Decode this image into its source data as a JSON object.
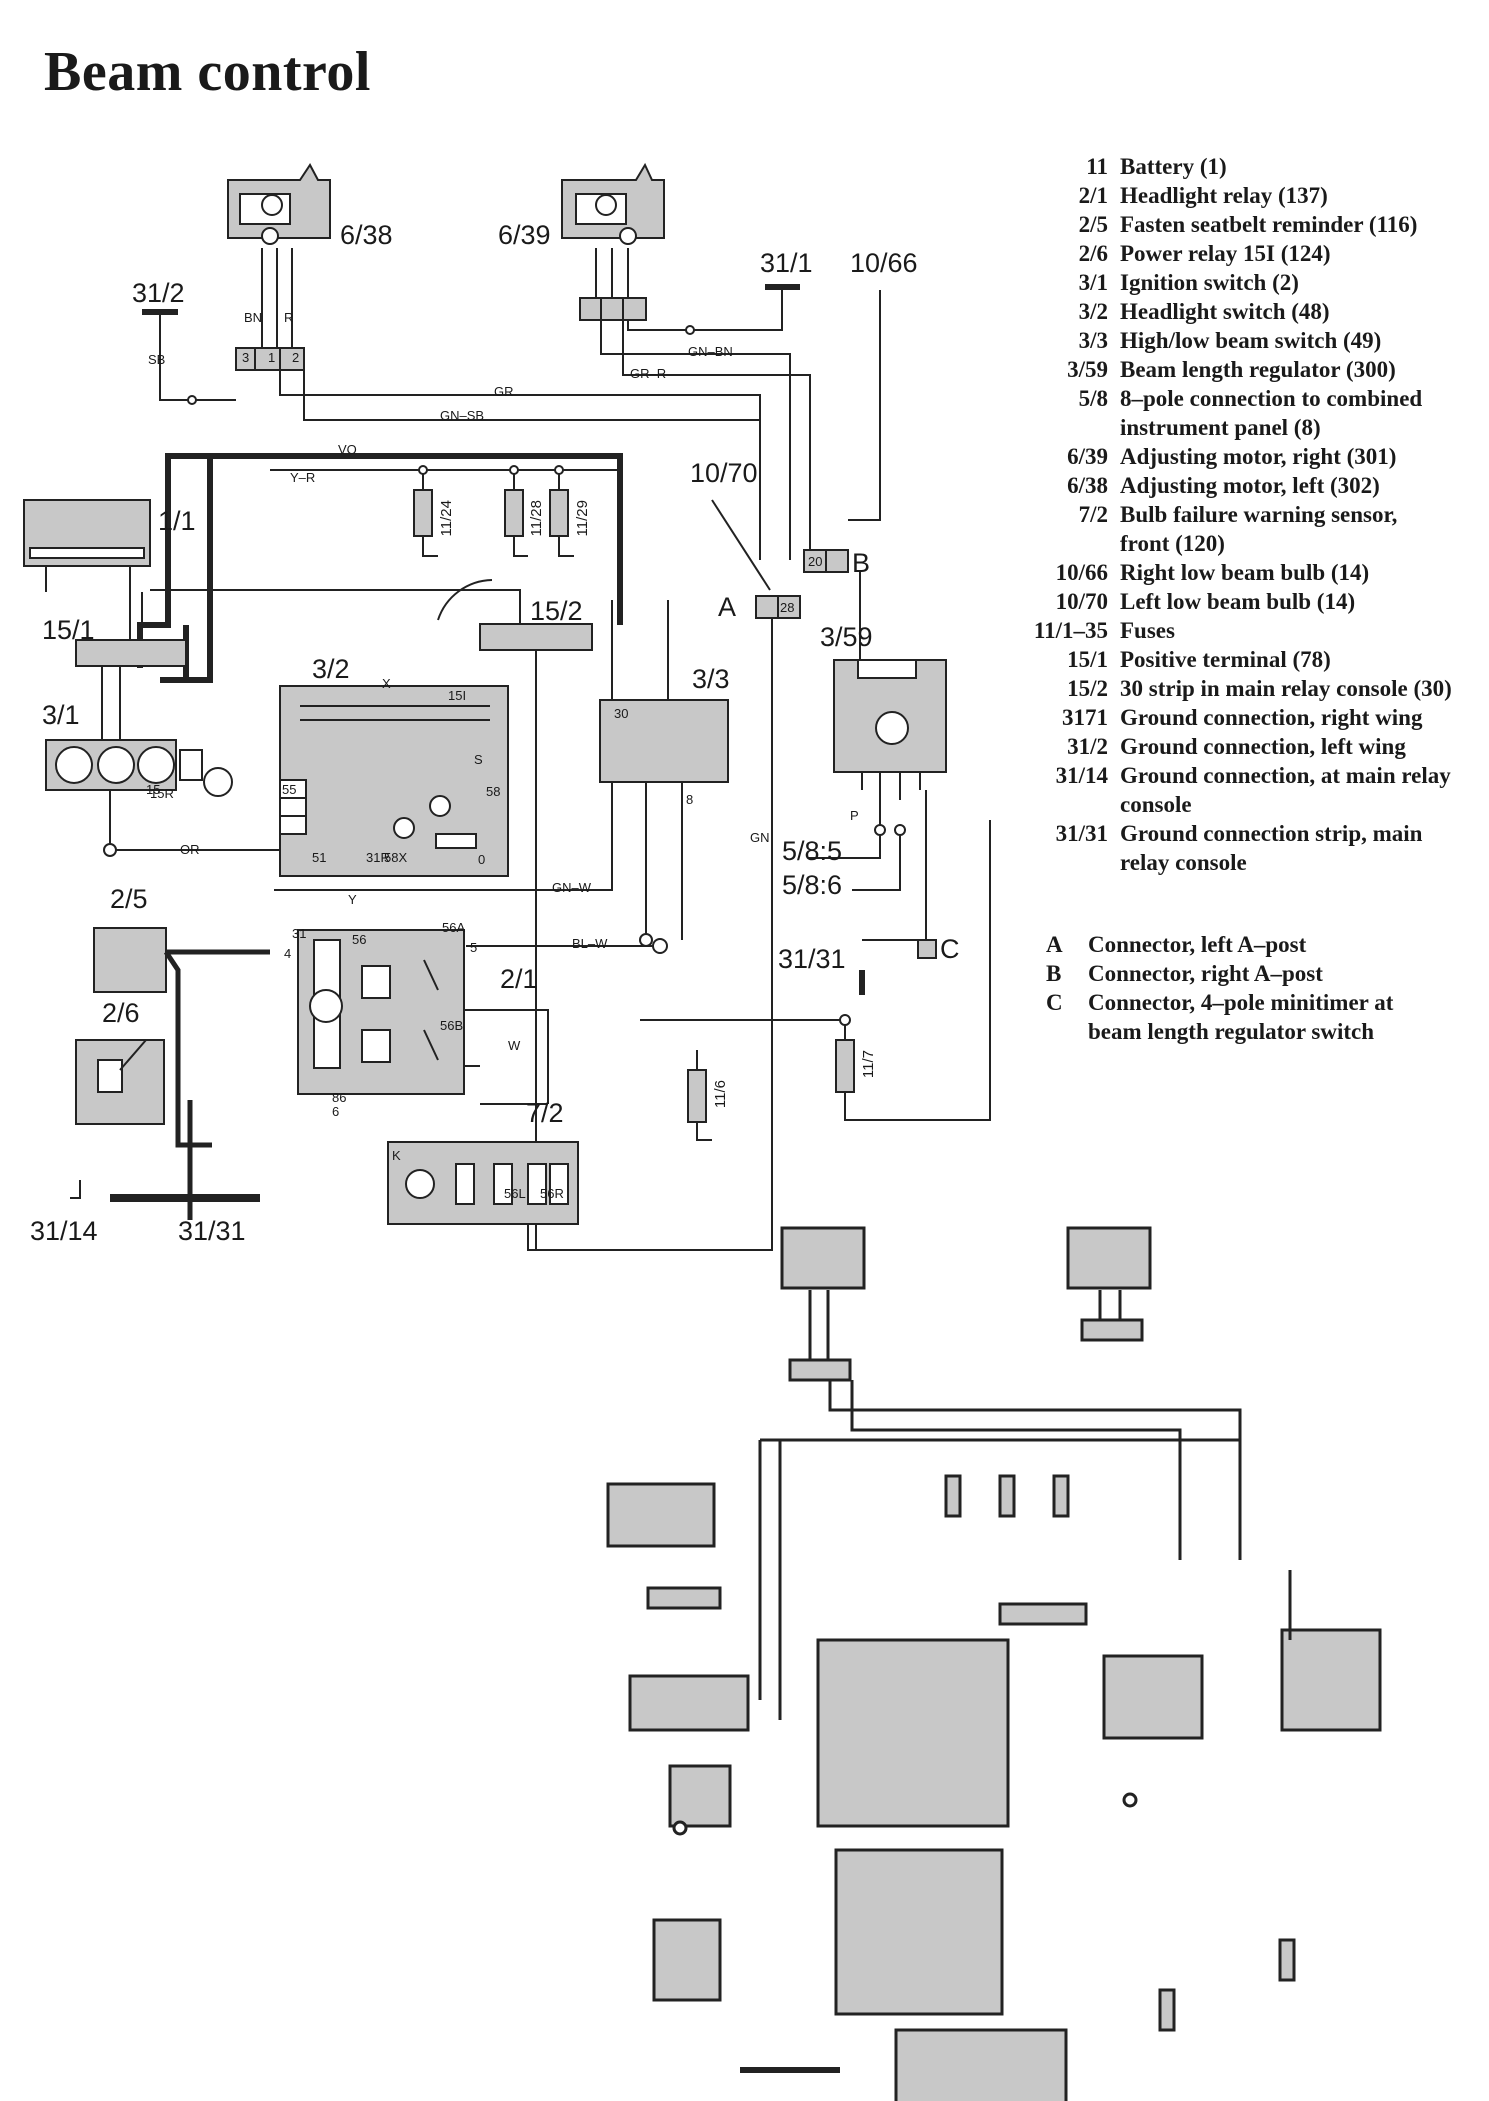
{
  "title": "Beam control",
  "legend": [
    {
      "code": "11",
      "desc": "Battery (1)"
    },
    {
      "code": "2/1",
      "desc": "Headlight relay (137)"
    },
    {
      "code": "2/5",
      "desc": "Fasten seatbelt reminder (116)"
    },
    {
      "code": "2/6",
      "desc": "Power relay 15I (124)"
    },
    {
      "code": "3/1",
      "desc": "Ignition switch (2)"
    },
    {
      "code": "3/2",
      "desc": "Headlight switch (48)"
    },
    {
      "code": "3/3",
      "desc": "High/low beam switch (49)"
    },
    {
      "code": "3/59",
      "desc": "Beam length regulator (300)"
    },
    {
      "code": "5/8",
      "desc": "8–pole connection to combined"
    },
    {
      "code": "",
      "desc": "instrument panel (8)"
    },
    {
      "code": "6/39",
      "desc": "Adjusting motor, right (301)"
    },
    {
      "code": "6/38",
      "desc": "Adjusting motor, left (302)"
    },
    {
      "code": "7/2",
      "desc": "Bulb failure warning sensor,"
    },
    {
      "code": "",
      "desc": "front (120)"
    },
    {
      "code": "10/66",
      "desc": "Right low beam bulb (14)"
    },
    {
      "code": "10/70",
      "desc": "Left low beam bulb (14)"
    },
    {
      "code": "11/1–35",
      "desc": "Fuses"
    },
    {
      "code": "15/1",
      "desc": "Positive terminal (78)"
    },
    {
      "code": "15/2",
      "desc": "30 strip in main relay console (30)"
    },
    {
      "code": "3171",
      "desc": "Ground connection, right wing"
    },
    {
      "code": "31/2",
      "desc": "Ground connection, left wing"
    },
    {
      "code": "31/14",
      "desc": "Ground connection, at main relay"
    },
    {
      "code": "",
      "desc": "console"
    },
    {
      "code": "31/31",
      "desc": "Ground connection strip, main"
    },
    {
      "code": "",
      "desc": "relay console"
    }
  ],
  "connectors": [
    {
      "code": "A",
      "desc": "Connector, left A–post"
    },
    {
      "code": "B",
      "desc": "Connector, right A–post"
    },
    {
      "code": "C",
      "desc": "Connector, 4–pole minitimer at"
    },
    {
      "code": "",
      "desc": "beam length regulator switch"
    }
  ],
  "components": {
    "motor_left": "6/38",
    "motor_right": "6/39",
    "ground_31_2": "31/2",
    "ground_31_1": "31/1",
    "bulb_right": "10/66",
    "bulb_left": "10/70",
    "battery": "1/1",
    "positive": "15/1",
    "strip": "15/2",
    "ignition": "3/1",
    "headlight_switch": "3/2",
    "hl_switch": "3/3",
    "regulator": "3/59",
    "seatbelt": "2/5",
    "power_relay": "2/6",
    "headlight_relay": "2/1",
    "ground_31_31a": "31/31",
    "ground_31_14": "31/14",
    "ground_31_31b": "31/31",
    "sensor": "7/2",
    "conn_5_8_5": "5/8:5",
    "conn_5_8_6": "5/8:6",
    "conn_a": "A",
    "conn_b": "B",
    "conn_c": "C"
  },
  "fuses": [
    "11/24",
    "11/28",
    "11/29",
    "11/6",
    "11/7"
  ],
  "wires": {
    "sb": "SB",
    "bn": "BN",
    "r": "R",
    "gr": "GR",
    "gn_sb": "GN–SB",
    "gn_bn": "GN–BN",
    "gr_r": "GR–R",
    "vo": "VO",
    "y_r": "Y–R",
    "or": "OR",
    "x": "X",
    "gn": "GN",
    "gn_w": "GN–W",
    "bl_w": "BL–W",
    "w": "W",
    "y": "Y"
  },
  "pins": {
    "p3": "3",
    "p1": "1",
    "p2": "2",
    "p4": "4",
    "p5": "5",
    "p6": "6",
    "p8": "8",
    "p20": "20",
    "p28": "28",
    "p30": "30",
    "p31": "31",
    "p15": "15",
    "p15i": "15I",
    "p15r": "15R",
    "p51": "51",
    "p55": "55",
    "p56": "56",
    "p56a": "56A",
    "p56b": "56B",
    "p58": "58",
    "p58x": "58X",
    "p31r": "31R",
    "p86": "86",
    "p0": "0",
    "k": "K",
    "p56l": "56L",
    "p56r": "56R",
    "s": "S",
    "p": "P"
  }
}
